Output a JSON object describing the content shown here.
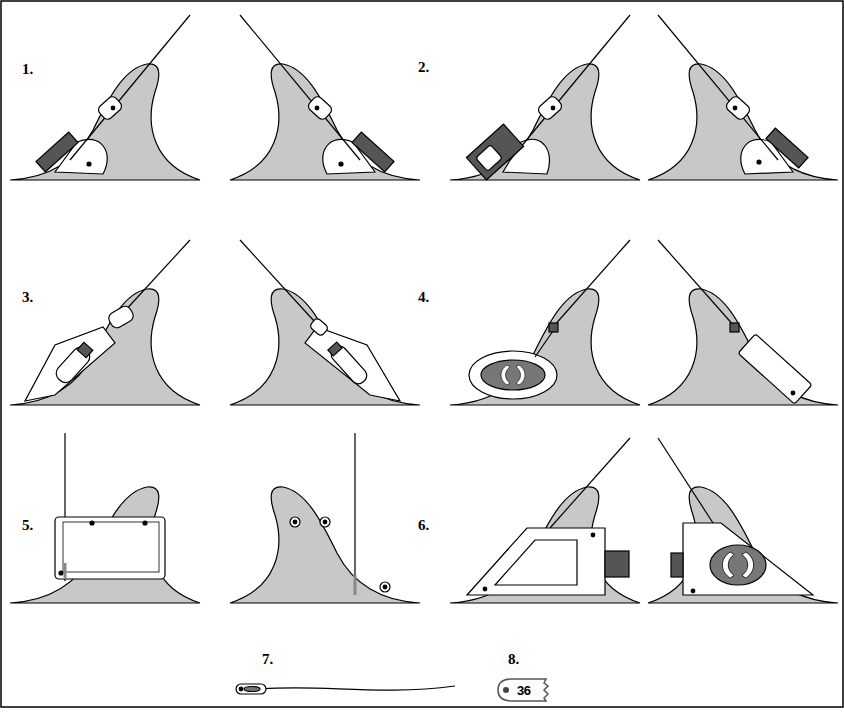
{
  "diagram": {
    "labels": [
      "1.",
      "2.",
      "3.",
      "4.",
      "5.",
      "6.",
      "7.",
      "8.",
      "36"
    ]
  }
}
